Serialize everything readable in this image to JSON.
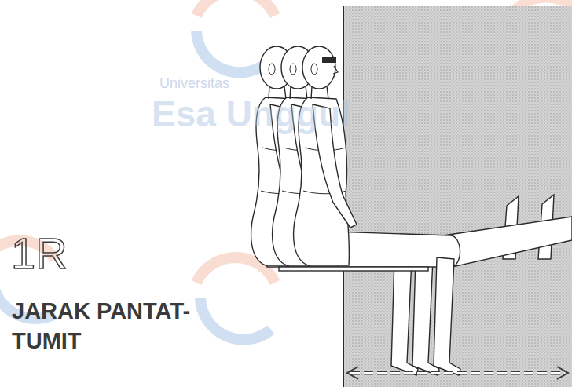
{
  "diagram": {
    "title": "JARAK PANTAT- TUMIT",
    "labels": [
      "1R",
      "Universitas",
      "Esa Unggul"
    ]
  }
}
